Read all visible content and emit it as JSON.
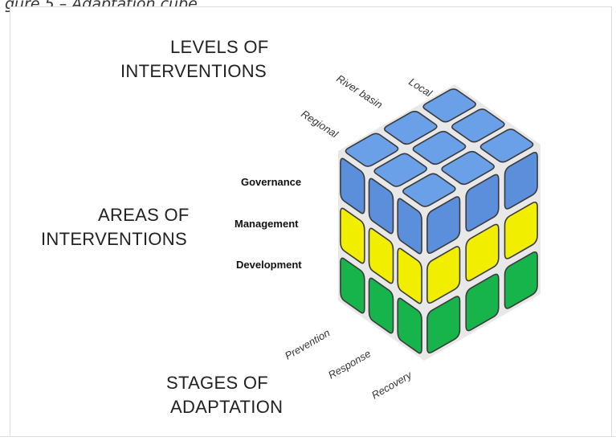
{
  "caption": "gure 5 – Adaptation cube",
  "headings": {
    "levels": [
      "LEVELS OF",
      "INTERVENTIONS"
    ],
    "areas": [
      "AREAS OF",
      "INTERVENTIONS"
    ],
    "stages": [
      "STAGES OF",
      "ADAPTATION"
    ]
  },
  "levels_of_interventions": [
    "Local",
    "River basin",
    "Regional"
  ],
  "areas_of_interventions": [
    "Governance",
    "Management",
    "Development"
  ],
  "stages_of_adaptation": [
    "Prevention",
    "Response",
    "Recovery"
  ],
  "colors": {
    "governance_face": "#5b8fdc",
    "governance_top": "#6aa0e8",
    "management_face": "#f2ee00",
    "development_face": "#16b44a",
    "outline": "#3a3a3a"
  }
}
